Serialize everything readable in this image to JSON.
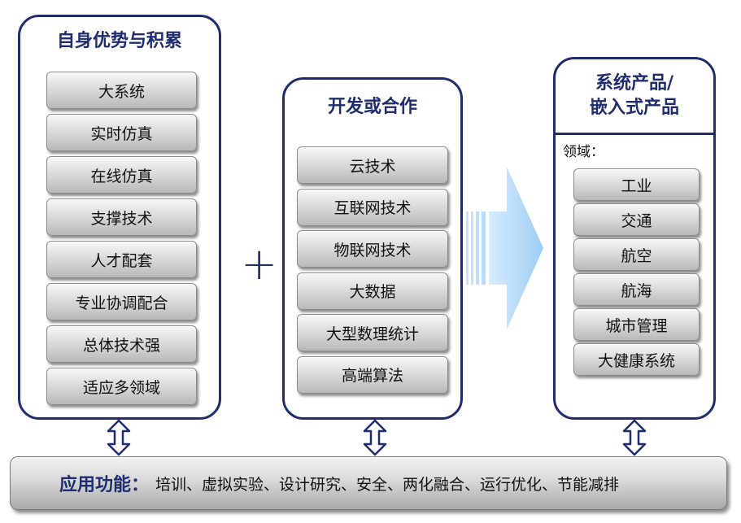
{
  "left_panel": {
    "title": "自身优势与积累",
    "items": [
      "大系统",
      "实时仿真",
      "在线仿真",
      "支撑技术",
      "人才配套",
      "专业协调配合",
      "总体技术强",
      "适应多领域"
    ]
  },
  "plus_symbol": "+",
  "middle_panel": {
    "title": "开发或合作",
    "items": [
      "云技术",
      "互联网技术",
      "物联网技术",
      "大数据",
      "大型数理统计",
      "高端算法"
    ]
  },
  "right_panel": {
    "title_line1": "系统产品/",
    "title_line2": "嵌入式产品",
    "domain_label": "领域：",
    "items": [
      "工业",
      "交通",
      "航空",
      "航海",
      "城市管理",
      "大健康系统"
    ]
  },
  "bottom": {
    "label": "应用功能：",
    "text": "培训、虚拟实验、设计研究、安全、两化融合、运行优化、节能减排"
  },
  "colors": {
    "accent": "#1f2d6e",
    "arrow": "#a9d3f7"
  }
}
